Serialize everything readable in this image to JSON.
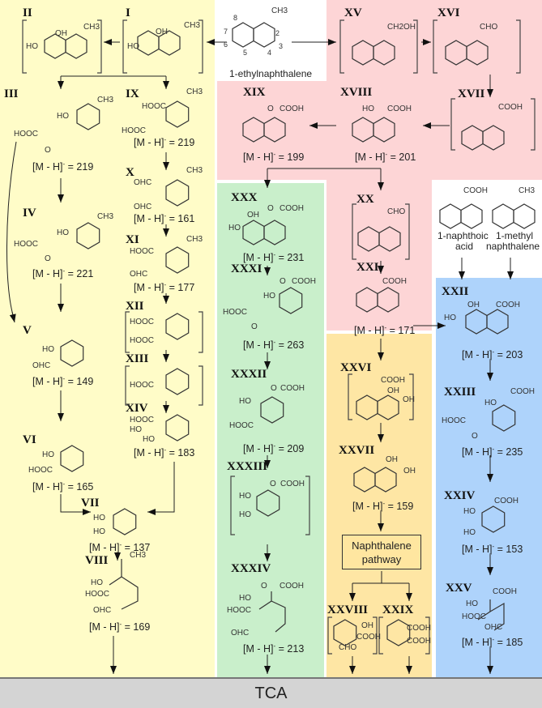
{
  "colors": {
    "yellow": "#fffcc8",
    "pink": "#fdd5d6",
    "green": "#c9efcb",
    "orange": "#fee6a4",
    "blue": "#aed3fb",
    "tca": "#d4d4d4"
  },
  "mass_prefix": "[M - H]",
  "mass_sup": "-",
  "mass_eq": " = ",
  "start": {
    "name": "1-ethylnaphthalene",
    "sub": "CH3",
    "positions": [
      "8",
      "2",
      "7",
      "3",
      "6",
      "4",
      "5"
    ]
  },
  "references": [
    {
      "line1": "1-naphthoic",
      "line2": "acid",
      "sub": "COOH"
    },
    {
      "line1": "1-methyl",
      "line2": "naphthalene",
      "sub": "CH3"
    }
  ],
  "naphthalene_pathway": {
    "line1": "Naphthalene",
    "line2": "pathway"
  },
  "tca": "TCA",
  "compounds": [
    {
      "id": "I",
      "subs": [
        "CH3",
        "OH",
        "HO"
      ],
      "mass": null
    },
    {
      "id": "II",
      "subs": [
        "CH3",
        "OH",
        "HO"
      ],
      "mass": null
    },
    {
      "id": "III",
      "subs": [
        "CH3",
        "HO",
        "HOOC",
        "O"
      ],
      "mass": "219"
    },
    {
      "id": "IV",
      "subs": [
        "CH3",
        "HO",
        "HOOC",
        "O"
      ],
      "mass": "221"
    },
    {
      "id": "V",
      "subs": [
        "HO",
        "OHC"
      ],
      "mass": "149"
    },
    {
      "id": "VI",
      "subs": [
        "HO",
        "HOOC"
      ],
      "mass": "165"
    },
    {
      "id": "VII",
      "subs": [
        "HO",
        "HO"
      ],
      "mass": "137"
    },
    {
      "id": "VIII",
      "subs": [
        "CH3",
        "HO",
        "HOOC",
        "OHC"
      ],
      "mass": "169"
    },
    {
      "id": "IX",
      "subs": [
        "CH3",
        "HOOC",
        "HOOC"
      ],
      "mass": "219"
    },
    {
      "id": "X",
      "subs": [
        "CH3",
        "OHC",
        "OHC"
      ],
      "mass": "161"
    },
    {
      "id": "XI",
      "subs": [
        "CH3",
        "HOOC",
        "OHC"
      ],
      "mass": "177"
    },
    {
      "id": "XII",
      "subs": [
        "HOOC",
        "HOOC"
      ],
      "mass": null
    },
    {
      "id": "XIII",
      "subs": [
        "HOOC"
      ],
      "mass": null
    },
    {
      "id": "XIV",
      "subs": [
        "HOOC",
        "HO",
        "HO"
      ],
      "mass": "183"
    },
    {
      "id": "XV",
      "subs": [
        "CH2OH"
      ],
      "mass": null
    },
    {
      "id": "XVI",
      "subs": [
        "CHO"
      ],
      "mass": null
    },
    {
      "id": "XVII",
      "subs": [
        "COOH"
      ],
      "mass": null
    },
    {
      "id": "XVIII",
      "subs": [
        "HO",
        "COOH"
      ],
      "mass": "201"
    },
    {
      "id": "XIX",
      "subs": [
        "O",
        "COOH"
      ],
      "mass": "199"
    },
    {
      "id": "XX",
      "subs": [
        "CHO"
      ],
      "mass": null
    },
    {
      "id": "XXI",
      "subs": [
        "COOH"
      ],
      "mass": "171"
    },
    {
      "id": "XXII",
      "subs": [
        "OH",
        "HO",
        "COOH"
      ],
      "mass": "203"
    },
    {
      "id": "XXIII",
      "subs": [
        "COOH",
        "HO",
        "HOOC",
        "O"
      ],
      "mass": "235"
    },
    {
      "id": "XXIV",
      "subs": [
        "COOH",
        "HO",
        "HO"
      ],
      "mass": "153"
    },
    {
      "id": "XXV",
      "subs": [
        "COOH",
        "HO",
        "HOOC",
        "OHC"
      ],
      "mass": "185"
    },
    {
      "id": "XXVI",
      "subs": [
        "COOH",
        "OH",
        "OH"
      ],
      "mass": null
    },
    {
      "id": "XXVII",
      "subs": [
        "OH",
        "OH"
      ],
      "mass": "159"
    },
    {
      "id": "XXVIII",
      "subs": [
        "OH",
        "COOH",
        "CHO"
      ],
      "mass": null
    },
    {
      "id": "XXIX",
      "subs": [
        "COOH",
        "COOH"
      ],
      "mass": null
    },
    {
      "id": "XXX",
      "subs": [
        "OH",
        "HO",
        "O",
        "COOH"
      ],
      "mass": "231"
    },
    {
      "id": "XXXI",
      "subs": [
        "O",
        "COOH",
        "HO",
        "HOOC",
        "O"
      ],
      "mass": "263"
    },
    {
      "id": "XXXII",
      "subs": [
        "O",
        "COOH",
        "HO",
        "HOOC"
      ],
      "mass": "209"
    },
    {
      "id": "XXXIII",
      "subs": [
        "O",
        "COOH",
        "HO",
        "HO"
      ],
      "mass": null
    },
    {
      "id": "XXXIV",
      "subs": [
        "O",
        "COOH",
        "HO",
        "HOOC",
        "OHC"
      ],
      "mass": "213"
    }
  ]
}
